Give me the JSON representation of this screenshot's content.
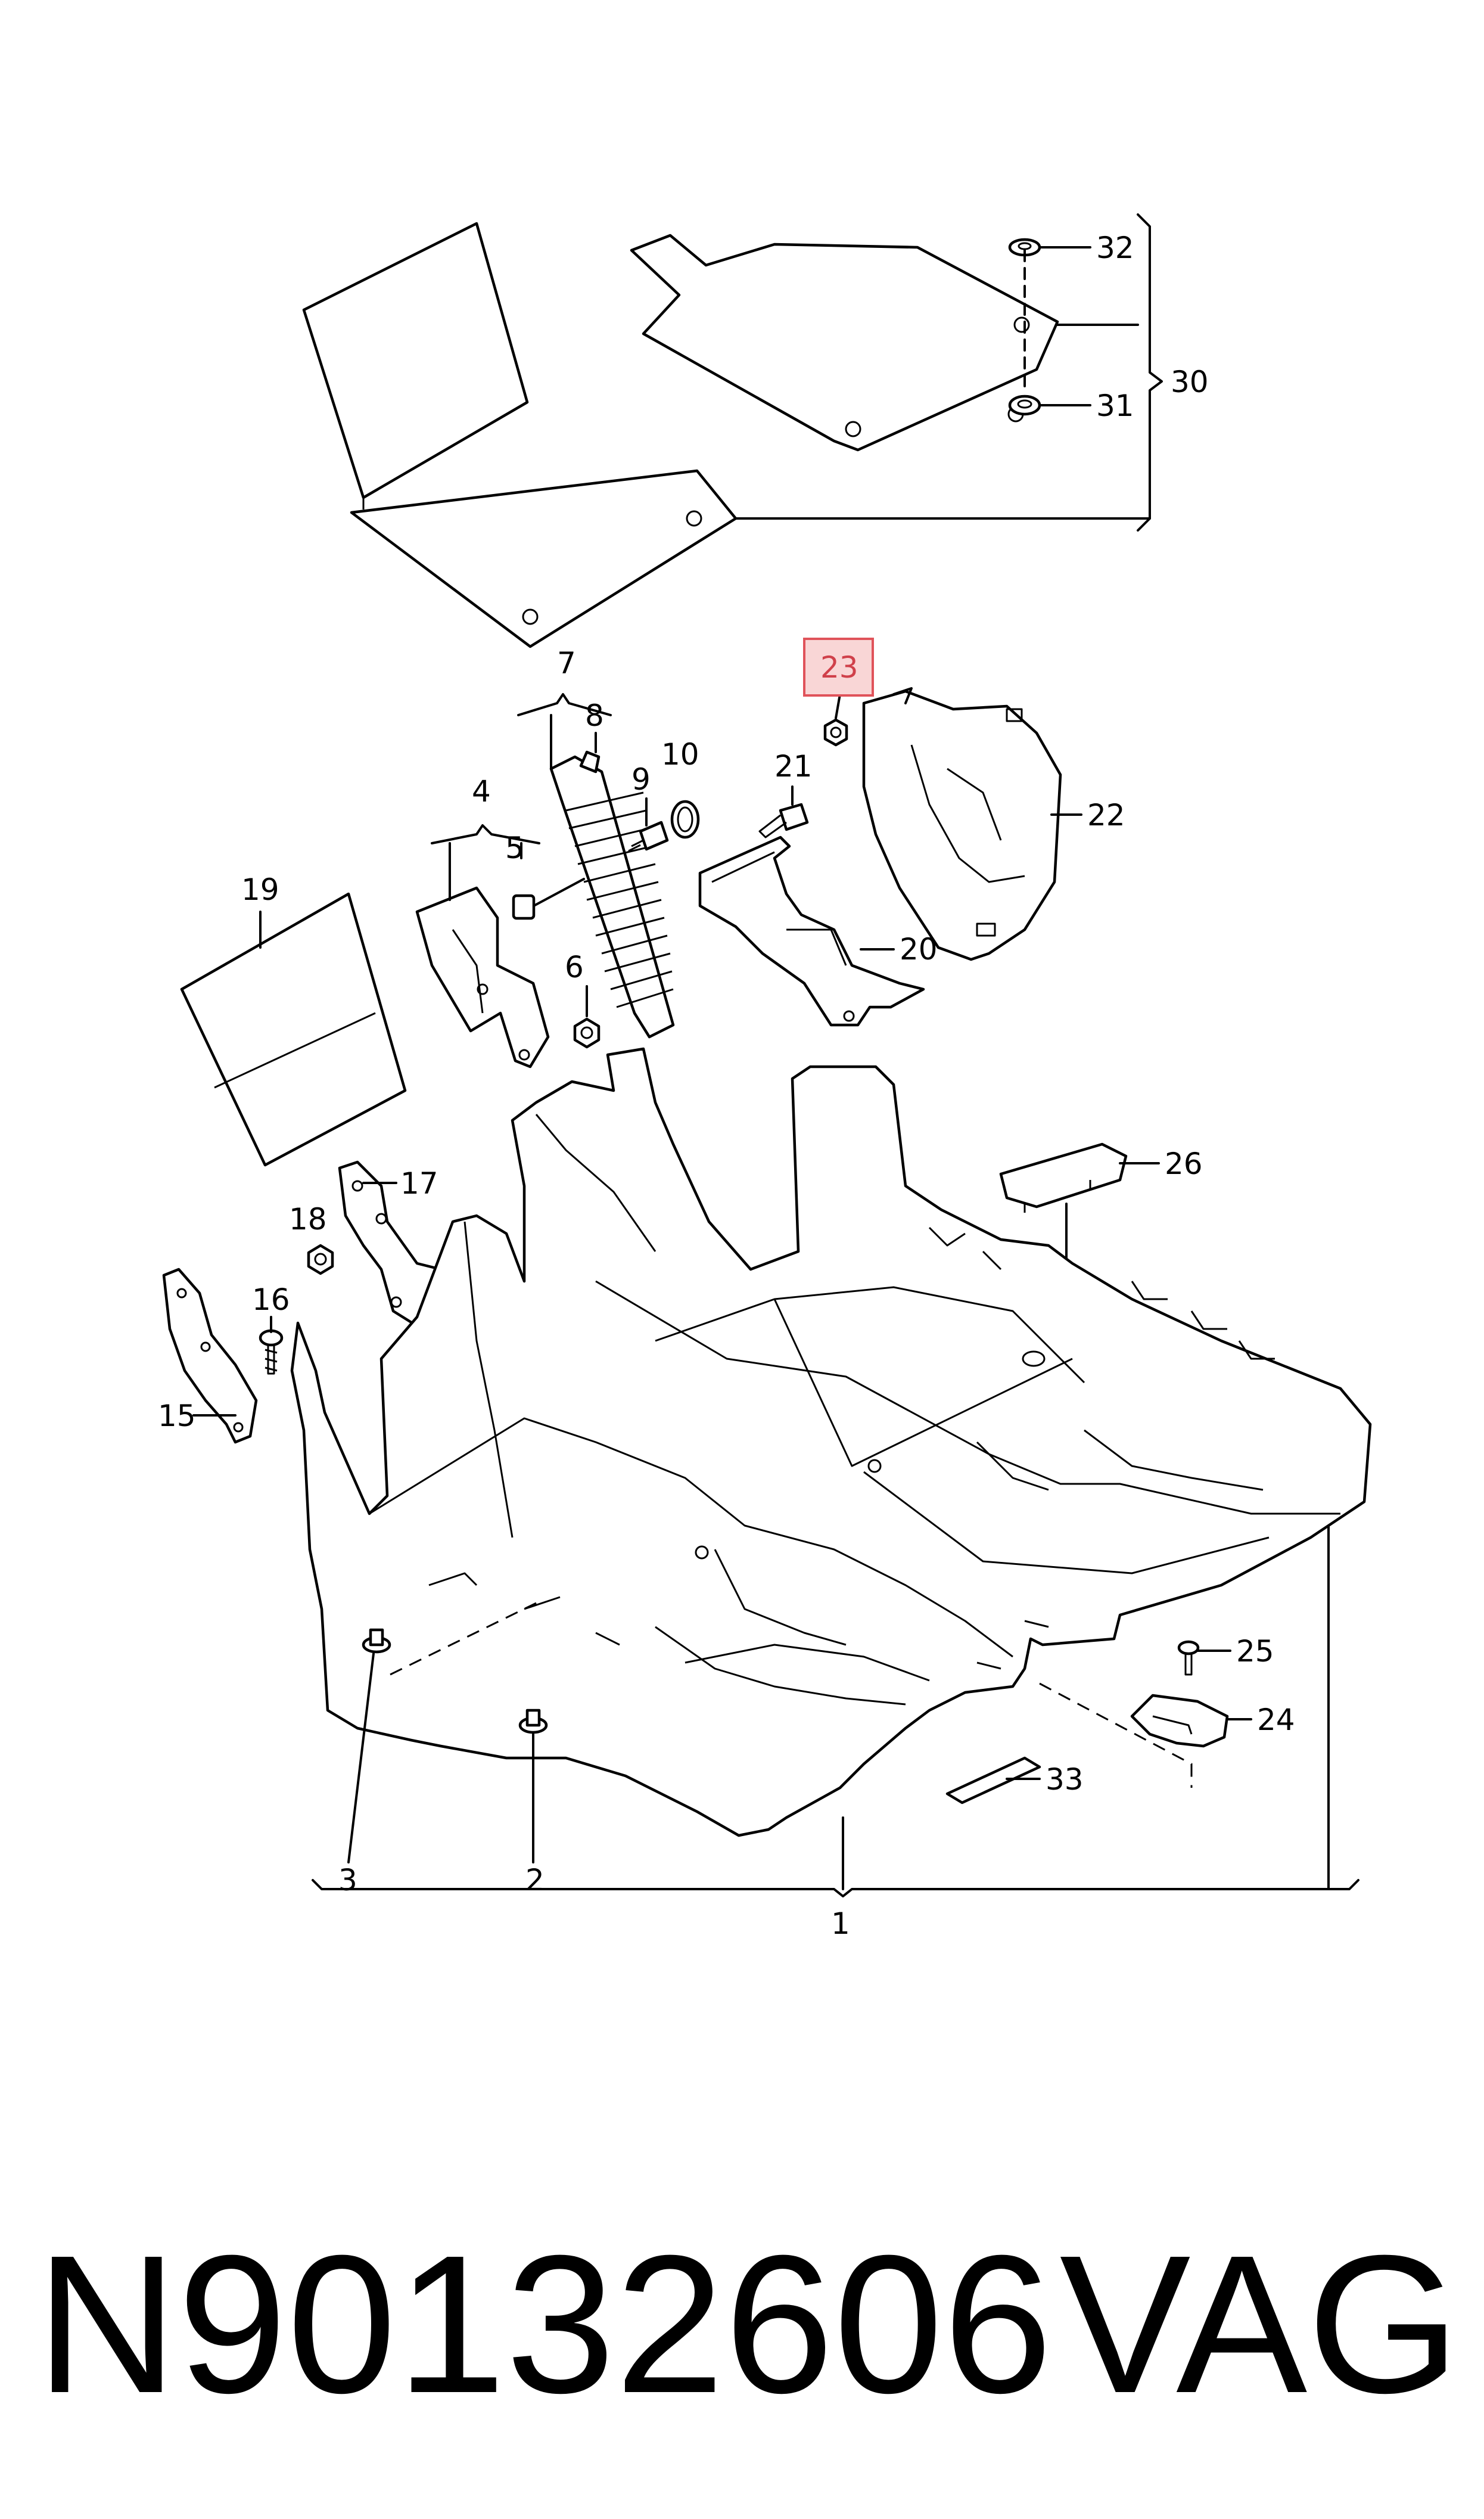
{
  "diagram": {
    "highlighted_callout": "23",
    "callouts": {
      "c1": "1",
      "c2": "2",
      "c3": "3",
      "c4": "4",
      "c5": "5",
      "c6": "6",
      "c7": "7",
      "c8": "8",
      "c9": "9",
      "c10": "10",
      "c15": "15",
      "c16": "16",
      "c17": "17",
      "c18": "18",
      "c19": "19",
      "c20": "20",
      "c21": "21",
      "c22": "22",
      "c23": "23",
      "c24": "24",
      "c25": "25",
      "c26": "26",
      "c30": "30",
      "c31": "31",
      "c32": "32",
      "c33": "33"
    },
    "highlight_colors": {
      "fill": "#f9d6d6",
      "stroke": "#e0535a",
      "text": "#d0404a"
    }
  },
  "footer": {
    "part_number": "N90132606",
    "brand": "VAG"
  }
}
